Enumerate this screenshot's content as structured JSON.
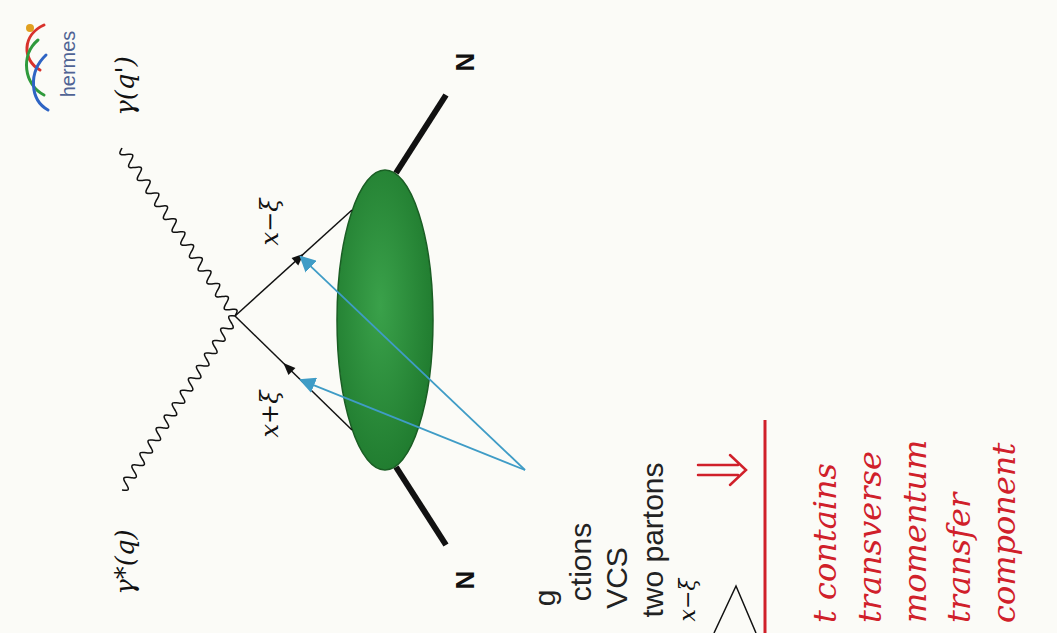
{
  "diagram": {
    "labels": [
      "hermes",
      "γ*(q)",
      "γ(q')",
      "x+ξ",
      "x−ξ",
      "N",
      "N",
      "g",
      "ctions",
      "VCS",
      "two partons",
      "t contains transverse momentum transfer component",
      "x−ξ"
    ]
  }
}
